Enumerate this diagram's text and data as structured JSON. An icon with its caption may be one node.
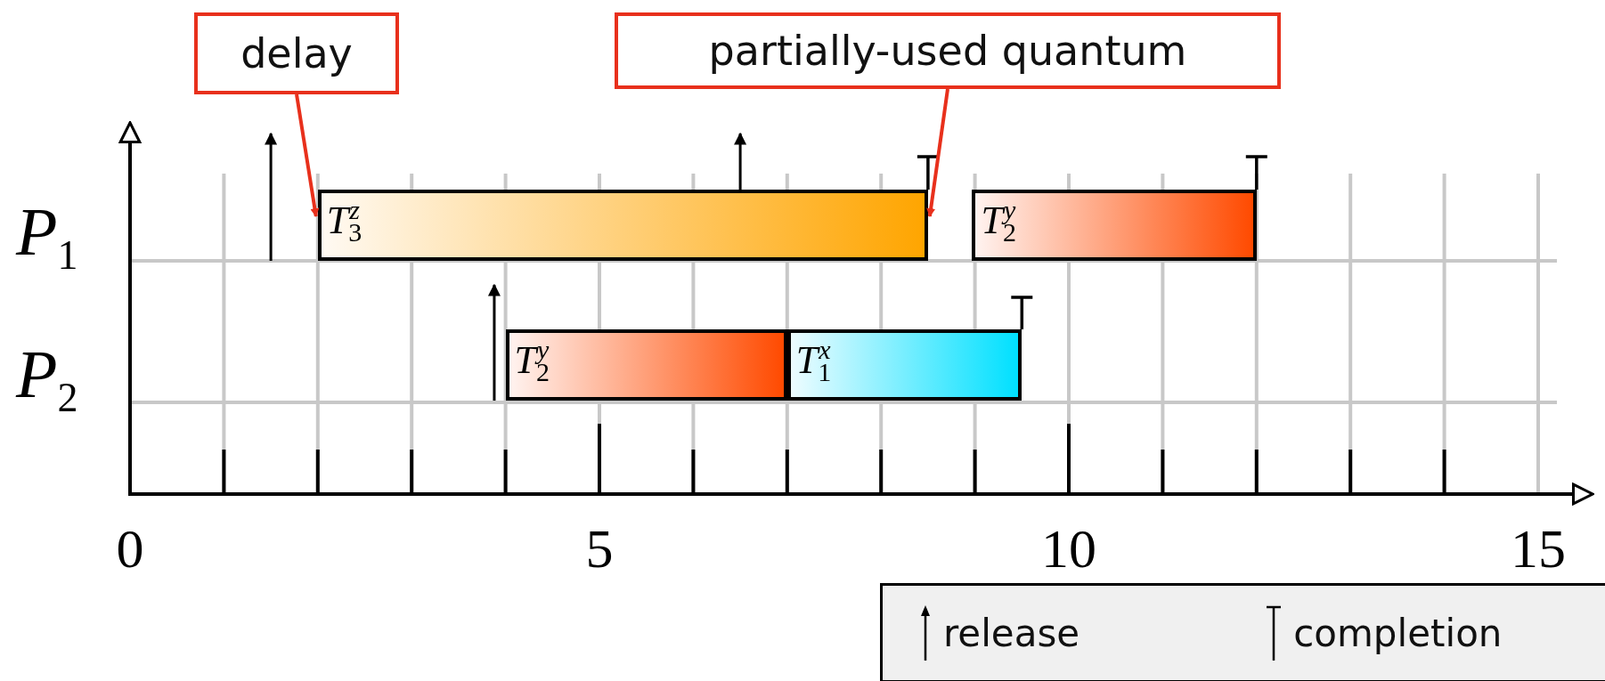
{
  "diagram": {
    "nodes": [
      {
        "text": [
          "delay"
        ]
      },
      {
        "text": [
          "partially-used quantum"
        ]
      },
      {
        "text": [
          "T$_{3}$$^{z}$"
        ]
      },
      {
        "text": [
          "T$_{2}$$^{y}$"
        ]
      },
      {
        "text": [
          "T$_{2}$$^{y}$"
        ]
      },
      {
        "text": [
          "T$_{1}$$^{x}$"
        ]
      }
    ],
    "edges": [
      {
        "from": 0,
        "to": 2,
        "arrow": "to"
      },
      {
        "from": 1,
        "to": 2,
        "arrow": "to"
      }
    ],
    "labels": [
      "P$_{1}$",
      "P$_{2}$",
      "0",
      "5",
      "10",
      "15"
    ],
    "legend": [
      {
        "text": "release"
      },
      {
        "text": "completion"
      }
    ]
  }
}
